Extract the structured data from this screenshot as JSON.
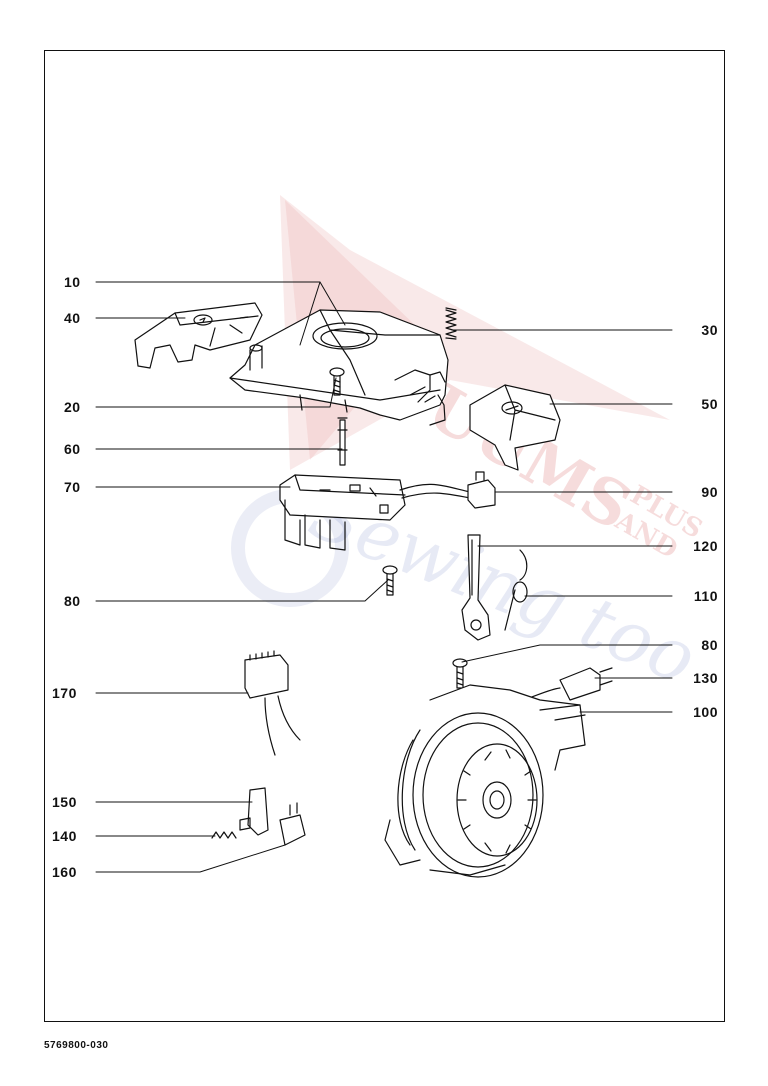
{
  "document_number": "5769800-030",
  "watermark": {
    "brand_text": "VACUUMS",
    "tag_text": "PLUS AND",
    "script_text": "Sewing too",
    "color": "#c82828",
    "script_color": "#3c50aa"
  },
  "callouts": [
    {
      "id": "10",
      "side": "left"
    },
    {
      "id": "40",
      "side": "left"
    },
    {
      "id": "20",
      "side": "left"
    },
    {
      "id": "60",
      "side": "left"
    },
    {
      "id": "70",
      "side": "left"
    },
    {
      "id": "80",
      "side": "left"
    },
    {
      "id": "170",
      "side": "left"
    },
    {
      "id": "150",
      "side": "left"
    },
    {
      "id": "140",
      "side": "left"
    },
    {
      "id": "160",
      "side": "left"
    },
    {
      "id": "30",
      "side": "right"
    },
    {
      "id": "50",
      "side": "right"
    },
    {
      "id": "90",
      "side": "right"
    },
    {
      "id": "120",
      "side": "right"
    },
    {
      "id": "110",
      "side": "right"
    },
    {
      "id": "80",
      "side": "right"
    },
    {
      "id": "130",
      "side": "right"
    },
    {
      "id": "100",
      "side": "right"
    }
  ]
}
